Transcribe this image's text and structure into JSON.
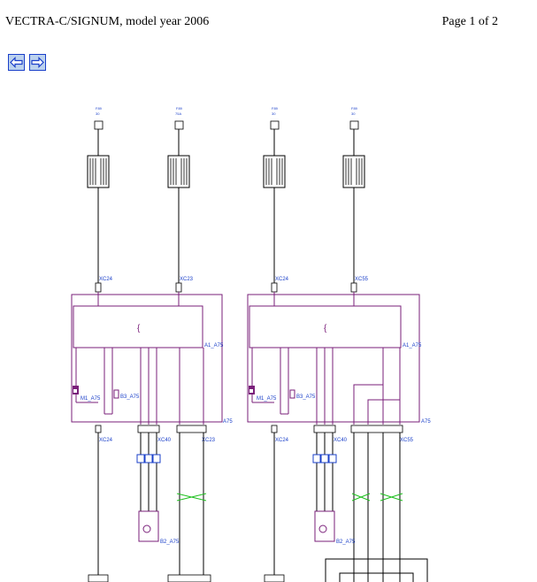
{
  "document": {
    "title": "VECTRA-C/SIGNUM, model year 2006",
    "page_indicator": "Page 1 of 2"
  },
  "colors": {
    "wire": "#000000",
    "component": "#7a1f7a",
    "label": "#1a3fc9",
    "crossing": "#20c020",
    "button_bg": "#bcd2ee"
  },
  "icons": {
    "previous": "arrow-left-icon",
    "next": "arrow-right-icon"
  },
  "diagram": {
    "connector_labels_left": [
      "XC24",
      "XC23",
      "XC24",
      "XC40",
      "XC23"
    ],
    "connector_labels_right": [
      "XC24",
      "XC55",
      "XC24",
      "XC40",
      "XC55"
    ],
    "module_labels": [
      "A1_A75",
      "A75",
      "A1_A75",
      "A75"
    ],
    "component_labels": [
      "M1_A75",
      "B3_A75",
      "M1_A75",
      "B3_A75",
      "B2_A75",
      "B2_A75"
    ]
  }
}
